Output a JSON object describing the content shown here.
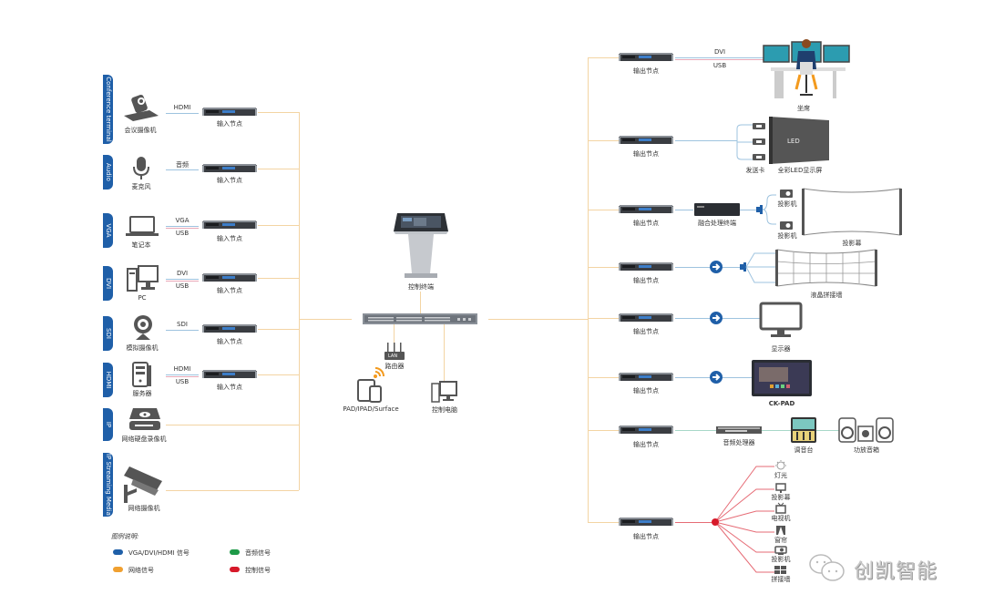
{
  "inputs": [
    {
      "tab": "Conference terminal",
      "device": "会议摄像机",
      "signals": [
        "HDMI"
      ],
      "node": "输入节点"
    },
    {
      "tab": "Audio",
      "device": "麦克风",
      "signals": [
        "音频"
      ],
      "node": "输入节点"
    },
    {
      "tab": "VGA",
      "device": "笔记本",
      "signals": [
        "VGA",
        "USB"
      ],
      "node": "输入节点"
    },
    {
      "tab": "DVI",
      "device": "PC",
      "signals": [
        "DVI",
        "USB"
      ],
      "node": "输入节点"
    },
    {
      "tab": "SDI",
      "device": "模拟摄像机",
      "signals": [
        "SDI"
      ],
      "node": "输入节点"
    },
    {
      "tab": "HDMI",
      "device": "服务器",
      "signals": [
        "HDMI",
        "USB"
      ],
      "node": "输入节点"
    },
    {
      "tab": "IP",
      "device": "网络硬盘录像机",
      "signals": [],
      "node": ""
    },
    {
      "tab": "IP Streaming Media",
      "device": "网络摄像机",
      "signals": [],
      "node": ""
    }
  ],
  "center": {
    "terminal": "控制终端",
    "router": "路由器",
    "router_badge": "LAN",
    "tablets": "PAD/IPAD/Surface",
    "pc": "控制电脑"
  },
  "outputs": [
    {
      "node": "输出节点",
      "signals": [
        "DVI",
        "USB"
      ],
      "devices": [
        "坐席"
      ]
    },
    {
      "node": "输出节点",
      "devices": [
        "发送卡",
        "全彩LED显示屏"
      ],
      "screen_text": "LED"
    },
    {
      "node": "输出节点",
      "devices": [
        "融合处理终端",
        "投影机",
        "投影机",
        "投影幕"
      ]
    },
    {
      "node": "输出节点",
      "devices": [
        "液晶拼接墙"
      ]
    },
    {
      "node": "输出节点",
      "devices": [
        "显示器"
      ]
    },
    {
      "node": "输出节点",
      "devices": [
        "CK-PAD"
      ]
    },
    {
      "node": "输出节点",
      "devices": [
        "音频处理器",
        "调音台",
        "功放音箱"
      ]
    },
    {
      "node": "输出节点",
      "devices": [
        "灯光",
        "投影幕",
        "电视机",
        "窗帘",
        "投影机",
        "拼接墙"
      ]
    }
  ],
  "legend": {
    "title": "图例说明:",
    "items": [
      {
        "label": "VGA/DVI/HDMI 信号",
        "color": "#1f5fa8"
      },
      {
        "label": "音频信号",
        "color": "#1e9a48"
      },
      {
        "label": "网络信号",
        "color": "#f0a030"
      },
      {
        "label": "控制信号",
        "color": "#d7192a"
      }
    ]
  },
  "watermark": "创凯智能",
  "colors": {
    "network": "#f3d4a3",
    "video": "#9ec3df",
    "control": "#e66b75",
    "tab": "#1f5fa8",
    "device": "#555555"
  }
}
